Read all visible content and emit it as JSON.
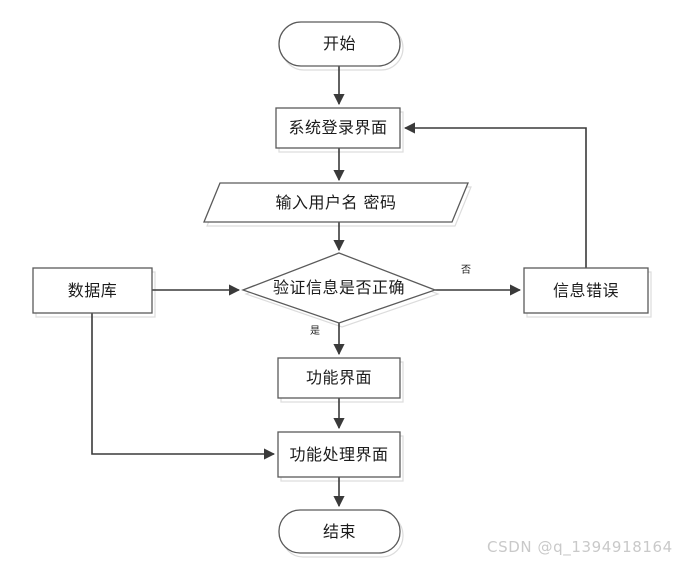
{
  "diagram": {
    "type": "flowchart",
    "title": "",
    "background_color": "#ffffff",
    "stroke_color": "#5a5a5a",
    "text_color": "#1c1c1c",
    "shadow_color": "#d8d8d8",
    "nodes": [
      {
        "id": "start",
        "label": "开始",
        "shape": "stadium"
      },
      {
        "id": "login",
        "label": "系统登录界面",
        "shape": "rectangle"
      },
      {
        "id": "input",
        "label": "输入用户名 密码",
        "shape": "parallelogram"
      },
      {
        "id": "verify",
        "label": "验证信息是否正确",
        "shape": "diamond"
      },
      {
        "id": "database",
        "label": "数据库",
        "shape": "rectangle"
      },
      {
        "id": "error",
        "label": "信息错误",
        "shape": "rectangle"
      },
      {
        "id": "feature",
        "label": "功能界面",
        "shape": "rectangle"
      },
      {
        "id": "processing",
        "label": "功能处理界面",
        "shape": "rectangle"
      },
      {
        "id": "end",
        "label": "结束",
        "shape": "stadium"
      }
    ],
    "edge_labels": {
      "no": "否",
      "yes": "是"
    },
    "edges": [
      {
        "from": "start",
        "to": "login",
        "label": ""
      },
      {
        "from": "login",
        "to": "input",
        "label": ""
      },
      {
        "from": "input",
        "to": "verify",
        "label": ""
      },
      {
        "from": "database",
        "to": "verify",
        "label": ""
      },
      {
        "from": "verify",
        "to": "error",
        "label": "否"
      },
      {
        "from": "verify",
        "to": "feature",
        "label": "是"
      },
      {
        "from": "error",
        "to": "login",
        "label": ""
      },
      {
        "from": "feature",
        "to": "processing",
        "label": ""
      },
      {
        "from": "database",
        "to": "processing",
        "label": ""
      },
      {
        "from": "processing",
        "to": "end",
        "label": ""
      }
    ]
  },
  "watermark": {
    "text": "CSDN @q_1394918164"
  }
}
